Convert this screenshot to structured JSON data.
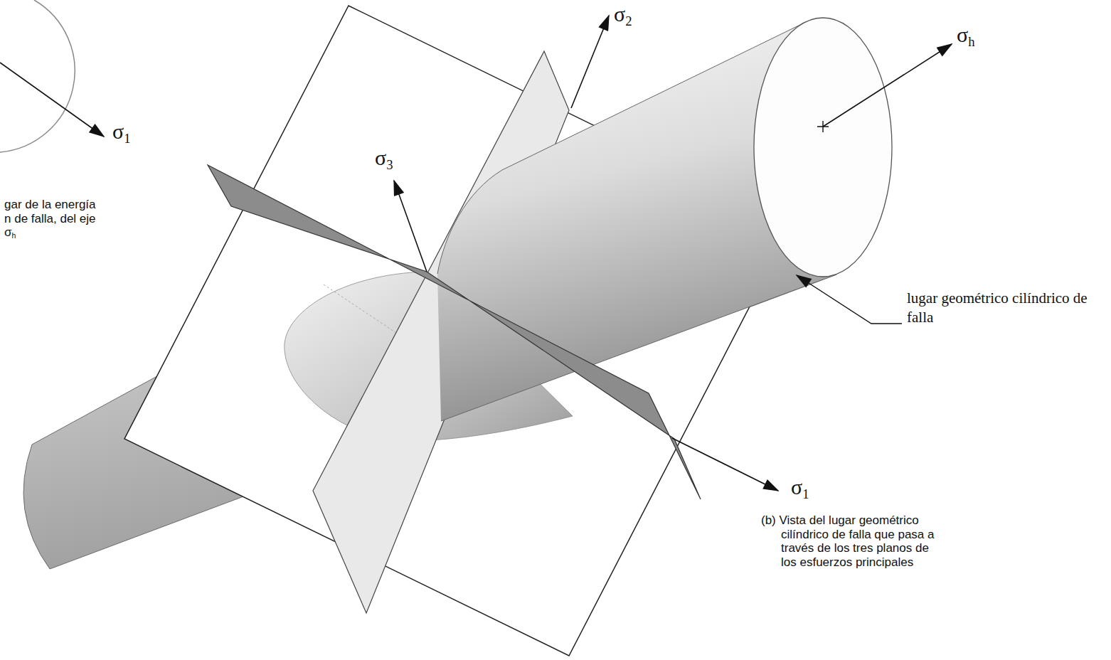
{
  "diagram": {
    "caption": "(b) Vista del lugar geométrico cilíndrico de falla que pasa a través de los tres planos de los esfuerzos principales",
    "labels": [
      "σ1",
      "gar de la energía n de falla, del eje σh",
      "σ2",
      "σ3",
      "σh",
      "lugar geométrico cilíndrico de falla",
      "σ1"
    ]
  }
}
